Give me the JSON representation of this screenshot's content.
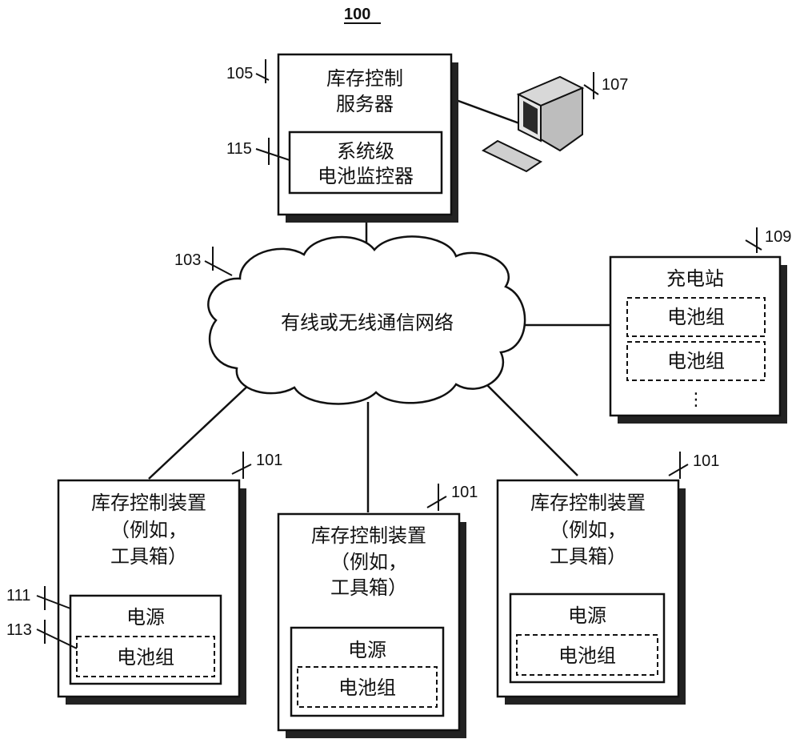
{
  "figure": {
    "number": "100"
  },
  "server": {
    "ref": "105",
    "line1": "库存控制",
    "line2": "服务器",
    "monitor": {
      "ref": "115",
      "line1": "系统级",
      "line2": "电池监控器"
    }
  },
  "terminal": {
    "ref": "107",
    "icon": "computer-icon"
  },
  "network": {
    "ref": "103",
    "label": "有线或无线通信网络"
  },
  "charging_station": {
    "ref": "109",
    "title": "充电站",
    "pack1": "电池组",
    "pack2": "电池组",
    "ellipsis": "⋮"
  },
  "device_left": {
    "ref": "101",
    "line1": "库存控制装置",
    "line2": "（例如，",
    "line3": "工具箱）",
    "power_ref": "111",
    "pack_ref": "113",
    "power": "电源",
    "pack": "电池组"
  },
  "device_center": {
    "ref": "101",
    "line1": "库存控制装置",
    "line2": "（例如，",
    "line3": "工具箱）",
    "power": "电源",
    "pack": "电池组"
  },
  "device_right": {
    "ref": "101",
    "line1": "库存控制装置",
    "line2": "（例如，",
    "line3": "工具箱）",
    "power": "电源",
    "pack": "电池组"
  }
}
